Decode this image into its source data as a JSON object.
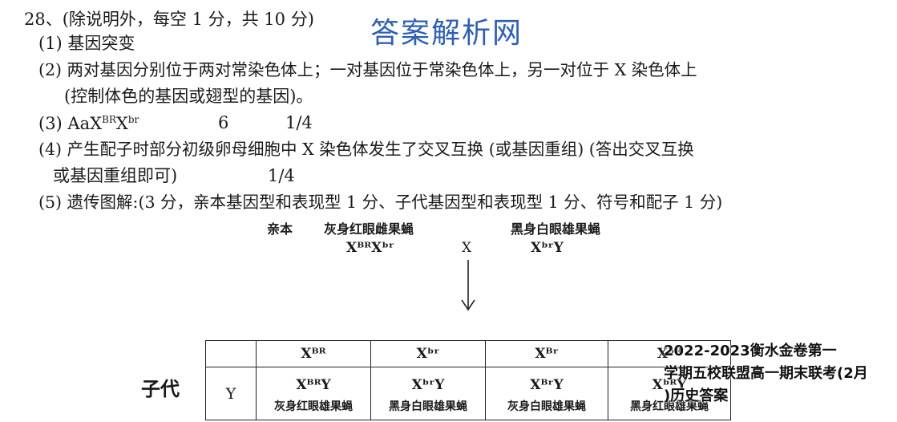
{
  "watermark": "答案解析网",
  "question": {
    "header": "28、(除说明外，每空 1 分，共 10 分)",
    "a1": "(1) 基因突变",
    "a2_line1": "(2) 两对基因分别位于两对常染色体上；一对基因位于常染色体上，另一对位于 X 染色体上",
    "a2_line2": "(控制体色的基因或翅型的基因)。",
    "a3_label": "(3) AaX",
    "a3_sup1": "BR",
    "a3_x2": "X",
    "a3_sup2": "br",
    "a3_v1": "6",
    "a3_v2": "1/4",
    "a4_line1": "(4) 产生配子时部分初级卵母细胞中 X 染色体发生了交叉互换 (或基因重组) (答出交叉互换",
    "a4_line2": "或基因重组即可)",
    "a4_value": "1/4",
    "a5": "(5) 遗传图解:(3 分，亲本基因型和表现型 1 分、子代基因型和表现型 1 分、符号和配子 1 分)"
  },
  "diagram": {
    "parent_label": "亲本",
    "female_pheno": "灰身红眼雌果蝇",
    "male_pheno": "黑身白眼雄果蝇",
    "female_geno": "XᴮᴿXᵇʳ",
    "cross": "X",
    "male_geno": "XᵇʳY",
    "offspring_label": "子代",
    "row_gamete": "Y",
    "col_gametes": [
      "Xᴮᴿ",
      "Xᵇʳ",
      "Xᴮʳ",
      "Xᵇᴿ"
    ],
    "cells": [
      {
        "geno": "XᴮᴿY",
        "pheno": "灰身红眼雄果蝇"
      },
      {
        "geno": "XᵇʳY",
        "pheno": "黑身白眼雄果蝇"
      },
      {
        "geno": "XᴮʳY",
        "pheno": "灰身白眼雄果蝇"
      },
      {
        "geno": "XᵇᴿY",
        "pheno": "黑身红眼雄果蝇"
      }
    ]
  },
  "footer": {
    "line1": "2022-2023衡水金卷第一",
    "line2": "学期五校联盟高一期末联考(2月",
    "line3": ")历史答案"
  }
}
